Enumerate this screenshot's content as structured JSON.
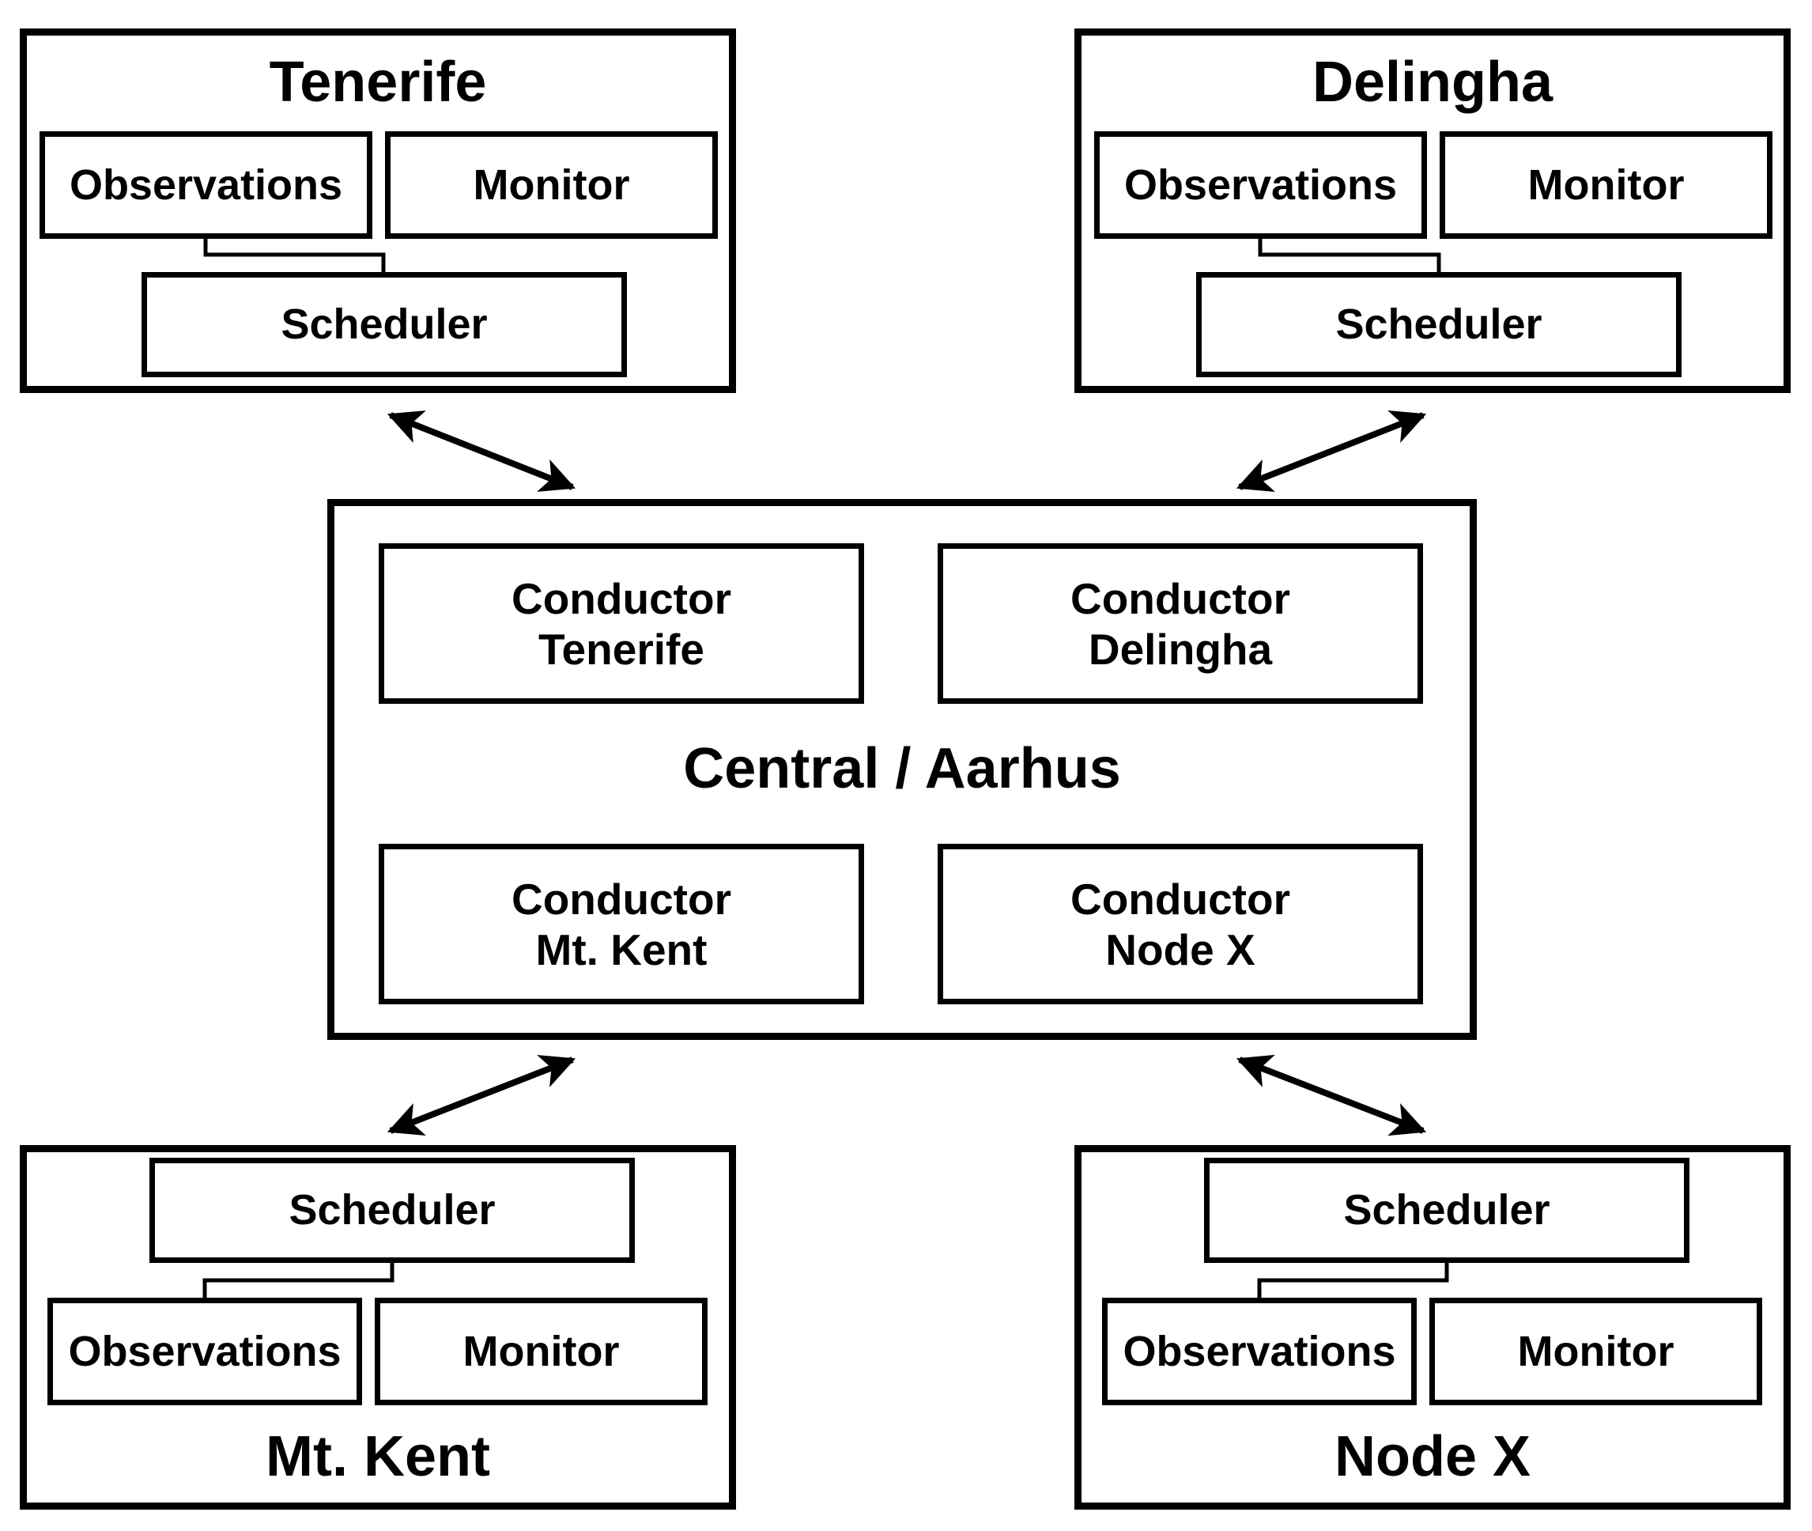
{
  "nodes": {
    "tenerife": {
      "title": "Tenerife",
      "observations": "Observations",
      "monitor": "Monitor",
      "scheduler": "Scheduler"
    },
    "delingha": {
      "title": "Delingha",
      "observations": "Observations",
      "monitor": "Monitor",
      "scheduler": "Scheduler"
    },
    "mt_kent": {
      "title": "Mt. Kent",
      "observations": "Observations",
      "monitor": "Monitor",
      "scheduler": "Scheduler"
    },
    "node_x": {
      "title": "Node X",
      "observations": "Observations",
      "monitor": "Monitor",
      "scheduler": "Scheduler"
    }
  },
  "central": {
    "title": "Central / Aarhus",
    "conductors": [
      {
        "line1": "Conductor",
        "line2": "Tenerife"
      },
      {
        "line1": "Conductor",
        "line2": "Delingha"
      },
      {
        "line1": "Conductor",
        "line2": "Mt. Kent"
      },
      {
        "line1": "Conductor",
        "line2": "Node X"
      }
    ]
  }
}
